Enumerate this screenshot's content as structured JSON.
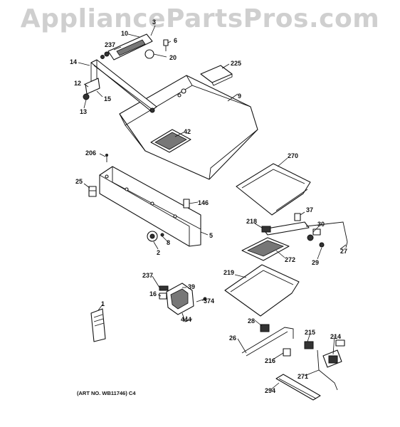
{
  "watermark": "AppliancePartsPros.com",
  "art_number": "(ART NO. WB11746) C4",
  "callouts": [
    "237",
    "10",
    "3",
    "6",
    "20",
    "14",
    "225",
    "12",
    "15",
    "13",
    "9",
    "42",
    "206",
    "270",
    "25",
    "146",
    "5",
    "218",
    "37",
    "30",
    "8",
    "2",
    "272",
    "27",
    "29",
    "219",
    "237",
    "39",
    "16",
    "374",
    "444",
    "1",
    "28",
    "215",
    "214",
    "26",
    "216",
    "271",
    "294"
  ]
}
